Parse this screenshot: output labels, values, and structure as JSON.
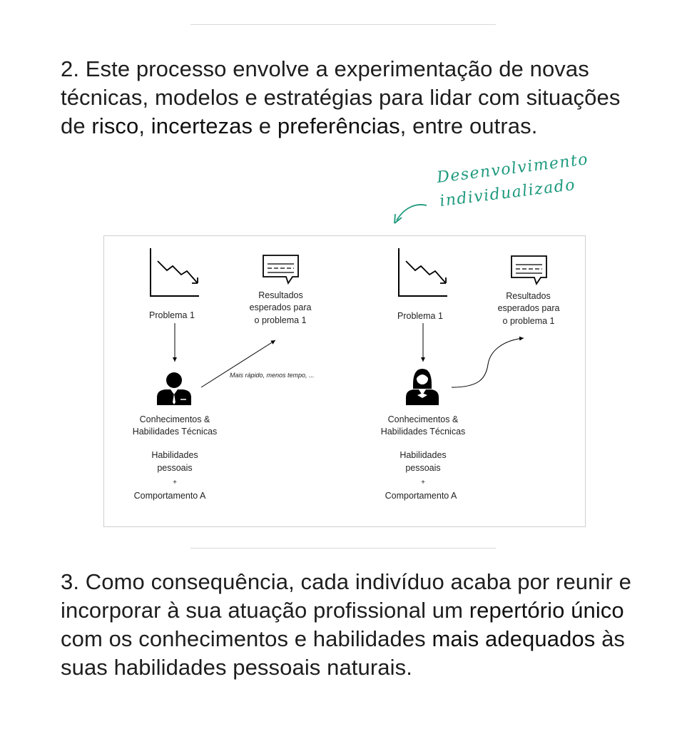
{
  "para2": {
    "pre": "2. Este processo envolve a experimentação de novas técnicas, modelos e estratégias para lidar com situações de ",
    "b1": "risco",
    "sep1": ", ",
    "b2": "incertezas",
    "sep2": " e ",
    "b3": "preferências",
    "post": ", entre outras."
  },
  "annotation": {
    "line1": "Desenvolvimento",
    "line2": "individualizado",
    "color": "#1f9a7e"
  },
  "diagram": {
    "left": {
      "problem": "Problema 1",
      "expected": [
        "Resultados",
        "esperados para",
        "o  problema 1"
      ],
      "arrow_note": "Mais rápido, menos tempo, ...",
      "skills": [
        "Conhecimentos &",
        "Habilidades Técnicas"
      ],
      "personal": [
        "Habilidades",
        "pessoais",
        "+",
        "Comportamento A"
      ]
    },
    "right": {
      "problem": "Problema 1",
      "expected": [
        "Resultados",
        "esperados para",
        "o  problema 1"
      ],
      "skills": [
        "Conhecimentos &",
        "Habilidades Técnicas"
      ],
      "personal": [
        "Habilidades",
        "pessoais",
        "+",
        "Comportamento A"
      ]
    }
  },
  "para3": {
    "pre": "3. Como consequência, cada indivíduo acaba por reunir e incorporar à sua atuação profissional um ",
    "b1": "repertório único",
    "mid": " com os conhecimentos e habilidades ",
    "b2": "mais adequados",
    "post": " às suas habilidades pessoais naturais."
  }
}
